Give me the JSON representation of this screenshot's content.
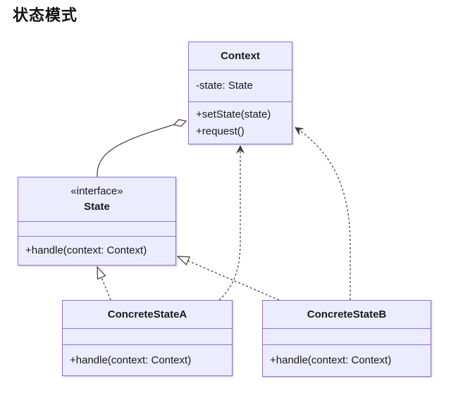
{
  "title": "状态模式",
  "colors": {
    "node_fill": "#ECECFF",
    "node_border": "#9370DB",
    "edge": "#3b3b3b",
    "text": "#1a1a1a",
    "background": "#ffffff"
  },
  "classes": [
    {
      "name": "Context",
      "stereotype": "",
      "attributes": [
        "-state: State"
      ],
      "methods": [
        "+setState(state)",
        "+request()"
      ]
    },
    {
      "name": "State",
      "stereotype": "«interface»",
      "attributes": [],
      "methods": [
        "+handle(context: Context)"
      ]
    },
    {
      "name": "ConcreteStateA",
      "stereotype": "",
      "attributes": [],
      "methods": [
        "+handle(context: Context)"
      ]
    },
    {
      "name": "ConcreteStateB",
      "stereotype": "",
      "attributes": [],
      "methods": [
        "+handle(context: Context)"
      ]
    }
  ],
  "relationships": [
    {
      "from": "State",
      "to": "Context",
      "type": "aggregation",
      "line": "solid",
      "marker": "hollow-diamond-at-context"
    },
    {
      "from": "ConcreteStateA",
      "to": "State",
      "type": "realization",
      "line": "dashed",
      "marker": "hollow-triangle-at-state"
    },
    {
      "from": "ConcreteStateB",
      "to": "State",
      "type": "realization",
      "line": "dashed",
      "marker": "hollow-triangle-at-state"
    },
    {
      "from": "ConcreteStateA",
      "to": "Context",
      "type": "dependency",
      "line": "dashed",
      "marker": "open-arrow-at-context"
    },
    {
      "from": "ConcreteStateB",
      "to": "Context",
      "type": "dependency",
      "line": "dashed",
      "marker": "open-arrow-at-context"
    }
  ]
}
